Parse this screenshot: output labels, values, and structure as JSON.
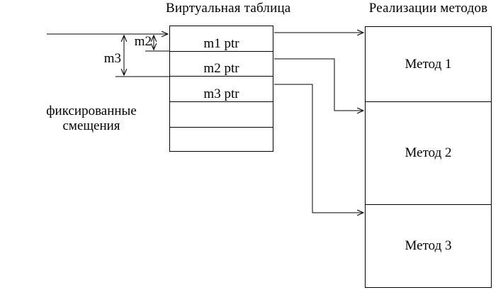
{
  "colors": {
    "background": "#ffffff",
    "line": "#000000",
    "text": "#000000"
  },
  "vtable": {
    "title": "Виртуальная таблица",
    "rows": [
      {
        "label": "m1 ptr"
      },
      {
        "label": "m2 ptr"
      },
      {
        "label": "m3 ptr"
      },
      {
        "label": ""
      },
      {
        "label": ""
      }
    ]
  },
  "methods": {
    "title": "Реализации методов",
    "items": [
      {
        "label": "Метод 1"
      },
      {
        "label": "Метод 2"
      },
      {
        "label": "Метод 3"
      }
    ]
  },
  "offsets": {
    "m2_label": "m2",
    "m3_label": "m3",
    "caption_line1": "фиксированные",
    "caption_line2": "смещения"
  }
}
